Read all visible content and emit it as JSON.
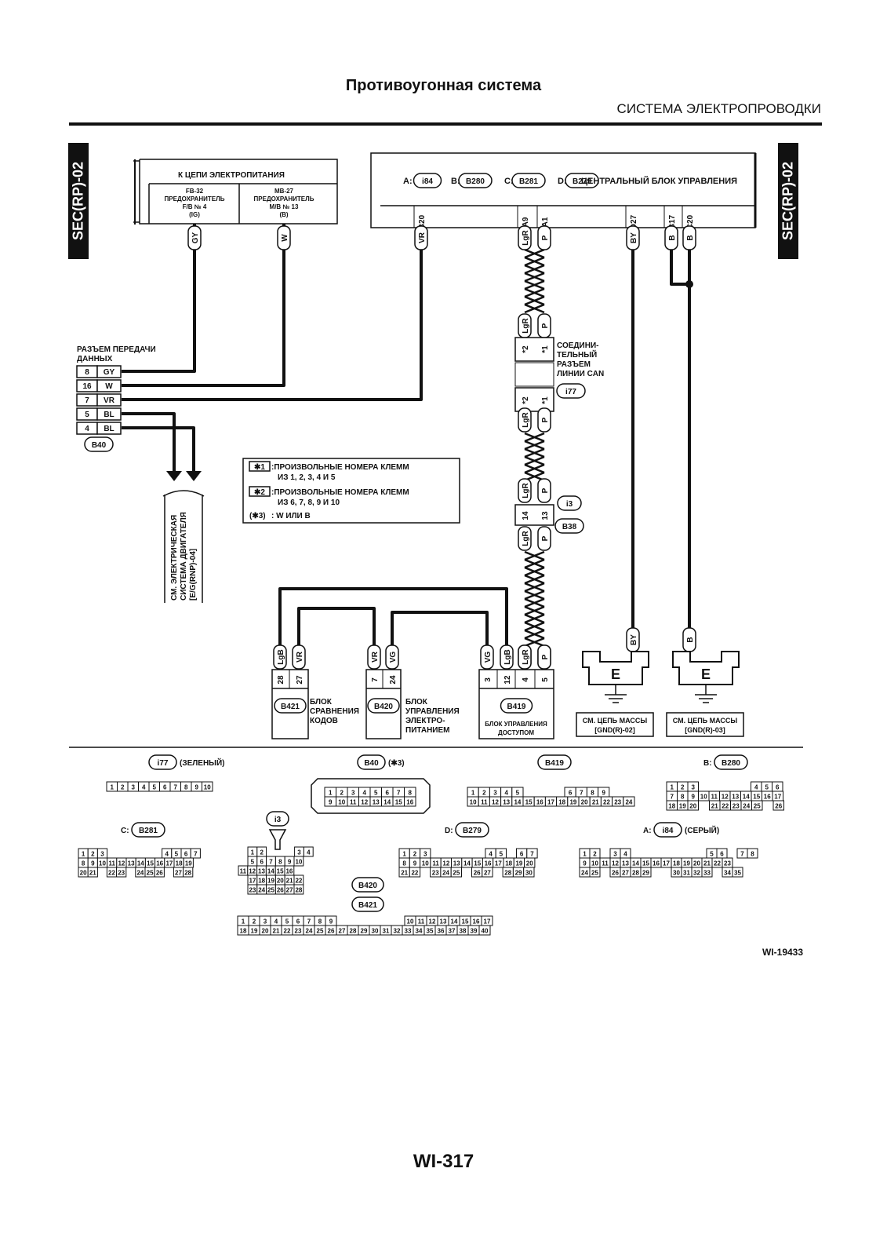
{
  "header": {
    "title": "Противоугонная система",
    "subtitle": "СИСТЕМА ЭЛЕКТРОПРОВОДКИ"
  },
  "side_tab": "SEC(RP)-02",
  "page_number": "WI-317",
  "diagram_code": "WI-19433",
  "power": {
    "title": "К ЦЕПИ ЭЛЕКТРОПИТАНИЯ",
    "fuse1": [
      "FB-32",
      "ПРЕДОХРАНИТЕЛЬ",
      "F/B № 4",
      "(IG)"
    ],
    "fuse2": [
      "MB-27",
      "ПРЕДОХРАНИТЕЛЬ",
      "M/B № 13",
      "(B)"
    ],
    "wire1": "GY",
    "wire2": "W"
  },
  "cbu": {
    "title": "ЦЕНТРАЛЬНЫЙ БЛОК УПРАВЛЕНИЯ",
    "connectors": [
      {
        "letter": "A:",
        "id": "i84"
      },
      {
        "letter": "B:",
        "id": "B280"
      },
      {
        "letter": "C:",
        "id": "B281"
      },
      {
        "letter": "D:",
        "id": "B279"
      }
    ],
    "pins": [
      {
        "pin": "B20",
        "wire": "VR"
      },
      {
        "pin": "A9",
        "wire": "LgR"
      },
      {
        "pin": "A1",
        "wire": "P"
      },
      {
        "pin": "D27",
        "wire": "BY"
      },
      {
        "pin": "B17",
        "wire": "B"
      },
      {
        "pin": "C20",
        "wire": "B"
      }
    ]
  },
  "dlc": {
    "title1": "РАЗЪЕМ ПЕРЕДАЧИ",
    "title2": "ДАННЫХ",
    "connector": "B40",
    "pins": [
      {
        "pin": "8",
        "wire": "GY"
      },
      {
        "pin": "16",
        "wire": "W"
      },
      {
        "pin": "7",
        "wire": "VR"
      },
      {
        "pin": "5",
        "wire": "BL"
      },
      {
        "pin": "4",
        "wire": "BL"
      }
    ]
  },
  "engine_ref": [
    "СМ. ЭЛЕКТРИЧЕСКАЯ",
    "СИСТЕМА ДВИГАТЕЛЯ",
    "[E/G(RNP)-04]"
  ],
  "can_joint": {
    "label": [
      "СОЕДИНИ-",
      "ТЕЛЬНЫЙ",
      "РАЗЪЕМ",
      "ЛИНИИ CAN"
    ],
    "connector": "i77",
    "top": [
      "*2",
      "*1"
    ],
    "bottom": [
      "*2",
      "*1"
    ]
  },
  "inline": {
    "conn1": "i3",
    "conn2": "B38",
    "pins": [
      "14",
      "13"
    ]
  },
  "notes": [
    {
      "key": "✱1",
      "text1": ":ПРОИЗВОЛЬНЫЕ НОМЕРА КЛЕММ",
      "text2": "ИЗ 1, 2, 3, 4 И 5"
    },
    {
      "key": "✱2",
      "text1": ":ПРОИЗВОЛЬНЫЕ НОМЕРА КЛЕММ",
      "text2": "ИЗ 6, 7, 8, 9 И 10"
    },
    {
      "key": "(✱3)",
      "text1": ": W ИЛИ B",
      "text2": ""
    }
  ],
  "modules": [
    {
      "id": "B421",
      "label": [
        "БЛОК",
        "СРАВНЕНИЯ",
        "КОДОВ"
      ],
      "pins": [
        {
          "pin": "28",
          "wire": "LgB"
        },
        {
          "pin": "27",
          "wire": "VR"
        }
      ]
    },
    {
      "id": "B420",
      "label": [
        "БЛОК",
        "УПРАВЛЕНИЯ",
        "ЭЛЕКТРО-",
        "ПИТАНИЕМ"
      ],
      "pins": [
        {
          "pin": "7",
          "wire": "VR"
        },
        {
          "pin": "24",
          "wire": "VG"
        }
      ]
    },
    {
      "id": "B419",
      "label": [
        "БЛОК УПРАВЛЕНИЯ",
        "ДОСТУПОМ"
      ],
      "pins": [
        {
          "pin": "3",
          "wire": "VG"
        },
        {
          "pin": "12",
          "wire": "LgB"
        },
        {
          "pin": "4",
          "wire": "LgR"
        },
        {
          "pin": "5",
          "wire": "P"
        }
      ]
    }
  ],
  "grounds": [
    {
      "wire": "BY",
      "symbol": "E",
      "label1": "СМ. ЦЕПЬ МАССЫ",
      "label2": "[GND(R)-02]"
    },
    {
      "wire": "B",
      "symbol": "E",
      "label1": "СМ. ЦЕПЬ МАССЫ",
      "label2": "[GND(R)-03]"
    }
  ],
  "connector_views": {
    "i77": {
      "name": "i77",
      "suffix": "(ЗЕЛЕНЫЙ)",
      "rows": [
        [
          "1",
          "2",
          "3",
          "4",
          "5",
          "6",
          "7",
          "8",
          "9",
          "10"
        ]
      ]
    },
    "B40": {
      "name": "B40",
      "suffix": "(✱3)",
      "rows": [
        [
          "1",
          "2",
          "3",
          "4",
          "5",
          "6",
          "7",
          "8"
        ],
        [
          "9",
          "10",
          "11",
          "12",
          "13",
          "14",
          "15",
          "16"
        ]
      ]
    },
    "B419": {
      "name": "B419",
      "rows": [
        [
          "1",
          "2",
          "3",
          "4",
          "5",
          "6",
          "7",
          "8",
          "9"
        ],
        [
          "10",
          "11",
          "12",
          "13",
          "14",
          "15",
          "16",
          "17",
          "18",
          "19",
          "20",
          "21",
          "22",
          "23",
          "24"
        ]
      ]
    },
    "B280": {
      "prefix": "B:",
      "name": "B280",
      "rows": [
        [
          "1",
          "2",
          "3",
          "4",
          "5",
          "6"
        ],
        [
          "7",
          "8",
          "9",
          "10",
          "11",
          "12",
          "13",
          "14",
          "15",
          "16",
          "17"
        ],
        [
          "18",
          "19",
          "20",
          "21",
          "22",
          "23",
          "24",
          "25",
          "26"
        ]
      ]
    },
    "B281": {
      "prefix": "C:",
      "name": "B281",
      "rows": [
        [
          "1",
          "2",
          "3",
          "4",
          "5",
          "6",
          "7"
        ],
        [
          "8",
          "9",
          "10",
          "11",
          "12",
          "13",
          "14",
          "15",
          "16",
          "17",
          "18",
          "19"
        ],
        [
          "20",
          "21",
          "22",
          "23",
          "24",
          "25",
          "26",
          "27",
          "28"
        ]
      ]
    },
    "i3": {
      "name": "i3",
      "rows": [
        [
          "1",
          "2",
          "3",
          "4"
        ],
        [
          "5",
          "6",
          "7",
          "8",
          "9",
          "10"
        ],
        [
          "11",
          "12",
          "13",
          "14",
          "15",
          "16"
        ],
        [
          "17",
          "18",
          "19",
          "20",
          "21",
          "22"
        ],
        [
          "23",
          "24",
          "25",
          "26",
          "27",
          "28"
        ]
      ]
    },
    "B279": {
      "prefix": "D:",
      "name": "B279",
      "rows": [
        [
          "1",
          "2",
          "3",
          "4",
          "5",
          "6",
          "7"
        ],
        [
          "8",
          "9",
          "10",
          "11",
          "12",
          "13",
          "14",
          "15",
          "16",
          "17",
          "18",
          "19",
          "20"
        ],
        [
          "21",
          "22",
          "23",
          "24",
          "25",
          "26",
          "27",
          "28",
          "29",
          "30"
        ]
      ]
    },
    "i84": {
      "prefix": "A:",
      "name": "i84",
      "suffix": "(СЕРЫЙ)",
      "rows": [
        [
          "1",
          "2",
          "3",
          "4",
          "5",
          "6",
          "7",
          "8"
        ],
        [
          "9",
          "10",
          "11",
          "12",
          "13",
          "14",
          "15",
          "16",
          "17",
          "18",
          "19",
          "20",
          "21",
          "22",
          "23"
        ],
        [
          "24",
          "25",
          "26",
          "27",
          "28",
          "29",
          "30",
          "31",
          "32",
          "33",
          "34",
          "35"
        ]
      ]
    },
    "B420_B421": {
      "names": [
        "B420",
        "B421"
      ],
      "rows": [
        [
          "1",
          "2",
          "3",
          "4",
          "5",
          "6",
          "7",
          "8",
          "9",
          "10",
          "11",
          "12",
          "13",
          "14",
          "15",
          "16",
          "17"
        ],
        [
          "18",
          "19",
          "20",
          "21",
          "22",
          "23",
          "24",
          "25",
          "26",
          "27",
          "28",
          "29",
          "30",
          "31",
          "32",
          "33",
          "34",
          "35",
          "36",
          "37",
          "38",
          "39",
          "40"
        ]
      ]
    }
  }
}
